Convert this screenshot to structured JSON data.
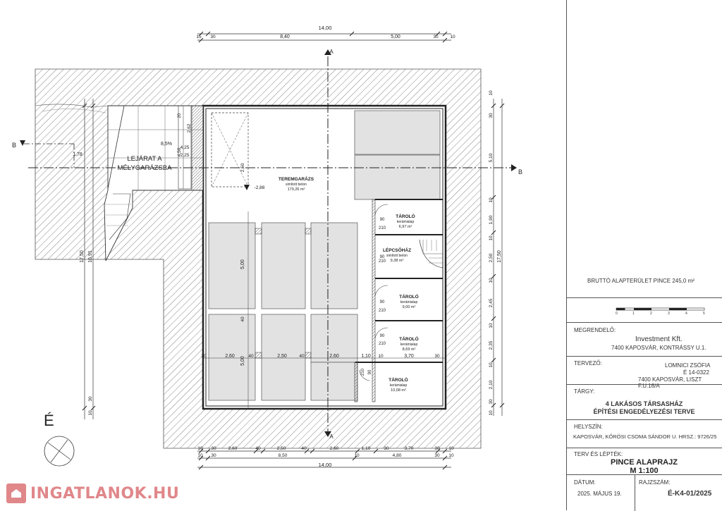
{
  "dims": {
    "top_total": "14,00",
    "top": [
      "15",
      "30",
      "8,40",
      "5,00",
      "30",
      "10"
    ],
    "bottom_total": "14,00",
    "bottom_row1": [
      "10",
      "30",
      "2,60",
      "40",
      "2,50",
      "40",
      "2,60",
      "1,10",
      "30",
      "3,70",
      "30",
      "10"
    ],
    "bottom_row2": [
      "10",
      "30",
      "8,50",
      "10",
      "4,80",
      "30",
      "10"
    ],
    "right": [
      "10",
      "30",
      "5,10",
      "10",
      "1,90",
      "10",
      "2,50",
      "10",
      "2,45",
      "10",
      "2,35",
      "10",
      "2,10",
      "30",
      "10"
    ],
    "right_total": "17,50",
    "left_total": "17,50",
    "left_sub": "16,91",
    "left_small": [
      "10",
      "30"
    ],
    "ramp": [
      "2,62",
      "4,50",
      "20",
      "4,25",
      "2,25"
    ],
    "interior": [
      "5,00",
      "40",
      "5,00",
      "2,60",
      "40",
      "2,50",
      "40",
      "2,60",
      "1,10",
      "10",
      "3,70",
      "30",
      "30",
      "2,50",
      "-2,88"
    ],
    "ramp_slope": "8,5%",
    "ramp_len": "1,78"
  },
  "section_marks": {
    "a": "A",
    "b": "B"
  },
  "rooms": {
    "garage": {
      "name": "TEREMGARÁZS",
      "floor": "simított beton",
      "area": "179,26 m²"
    },
    "ramp": {
      "line1": "LEJÁRAT A",
      "line2": "MÉLYGARÁZSBA"
    },
    "storage1": {
      "name": "TÁROLÓ",
      "floor": "kerámialap",
      "area": "6,97 m²"
    },
    "stair": {
      "name": "LÉPCSŐHÁZ",
      "floor": "simított beton",
      "area": "9,38 m²"
    },
    "storage2": {
      "name": "TÁROLÓ",
      "floor": "kerámialap",
      "area": "9,00 m²"
    },
    "storage3": {
      "name": "TÁROLÓ",
      "floor": "kerámialap",
      "area": "8,69 m²"
    },
    "storage4": {
      "name": "TÁROLÓ",
      "floor": "kerámialap",
      "area": "10,08 m²"
    }
  },
  "doors": [
    {
      "w": "90",
      "h": "210"
    },
    {
      "w": "90",
      "h": "210"
    },
    {
      "w": "90",
      "h": "210"
    },
    {
      "w": "90",
      "h": "210"
    },
    {
      "w": "210",
      "h": "90"
    }
  ],
  "north_letter": "É",
  "title_block": {
    "brutto": "BRUTTÓ ALAPTERÜLET PINCE 245,0 m²",
    "scale_ticks": [
      "0",
      "1",
      "2",
      "3",
      "4",
      "5"
    ],
    "megrendelo_label": "MEGRENDELŐ:",
    "megrendelo_name": "Investment Kft.",
    "megrendelo_addr": "7400 KAPOSVÁR, KONTRÁSSY U.1.",
    "tervezo_label": "TERVEZŐ:",
    "tervezo_name": "LOMNICI ZSÓFIA",
    "tervezo_id": "É 14-0322",
    "tervezo_addr": "7400 KAPOSVÁR, LISZT F.U.16/A",
    "targy_label": "TÁRGY:",
    "targy_line1": "4 LAKÁSOS TÁRSASHÁZ",
    "targy_line2": "ÉPÍTÉSI ENGEDÉLYEZÉSI TERVE",
    "helyszin_label": "HELYSZÍN:",
    "helyszin_val": "KAPOSVÁR, KŐRÖSI CSOMA SÁNDOR U. HRSZ.: 9726/25",
    "terv_label": "TERV ÉS LÉPTÉK:",
    "terv_line1": "PINCE ALAPRAJZ",
    "terv_line2": "M 1:100",
    "datum_label": "DÁTUM:",
    "datum_val": "2025. MÁJUS 19.",
    "rajzszam_label": "RAJZSZÁM:",
    "rajzszam_val": "É-K4-01/2025"
  },
  "watermark": "INGATLANOK.HU"
}
